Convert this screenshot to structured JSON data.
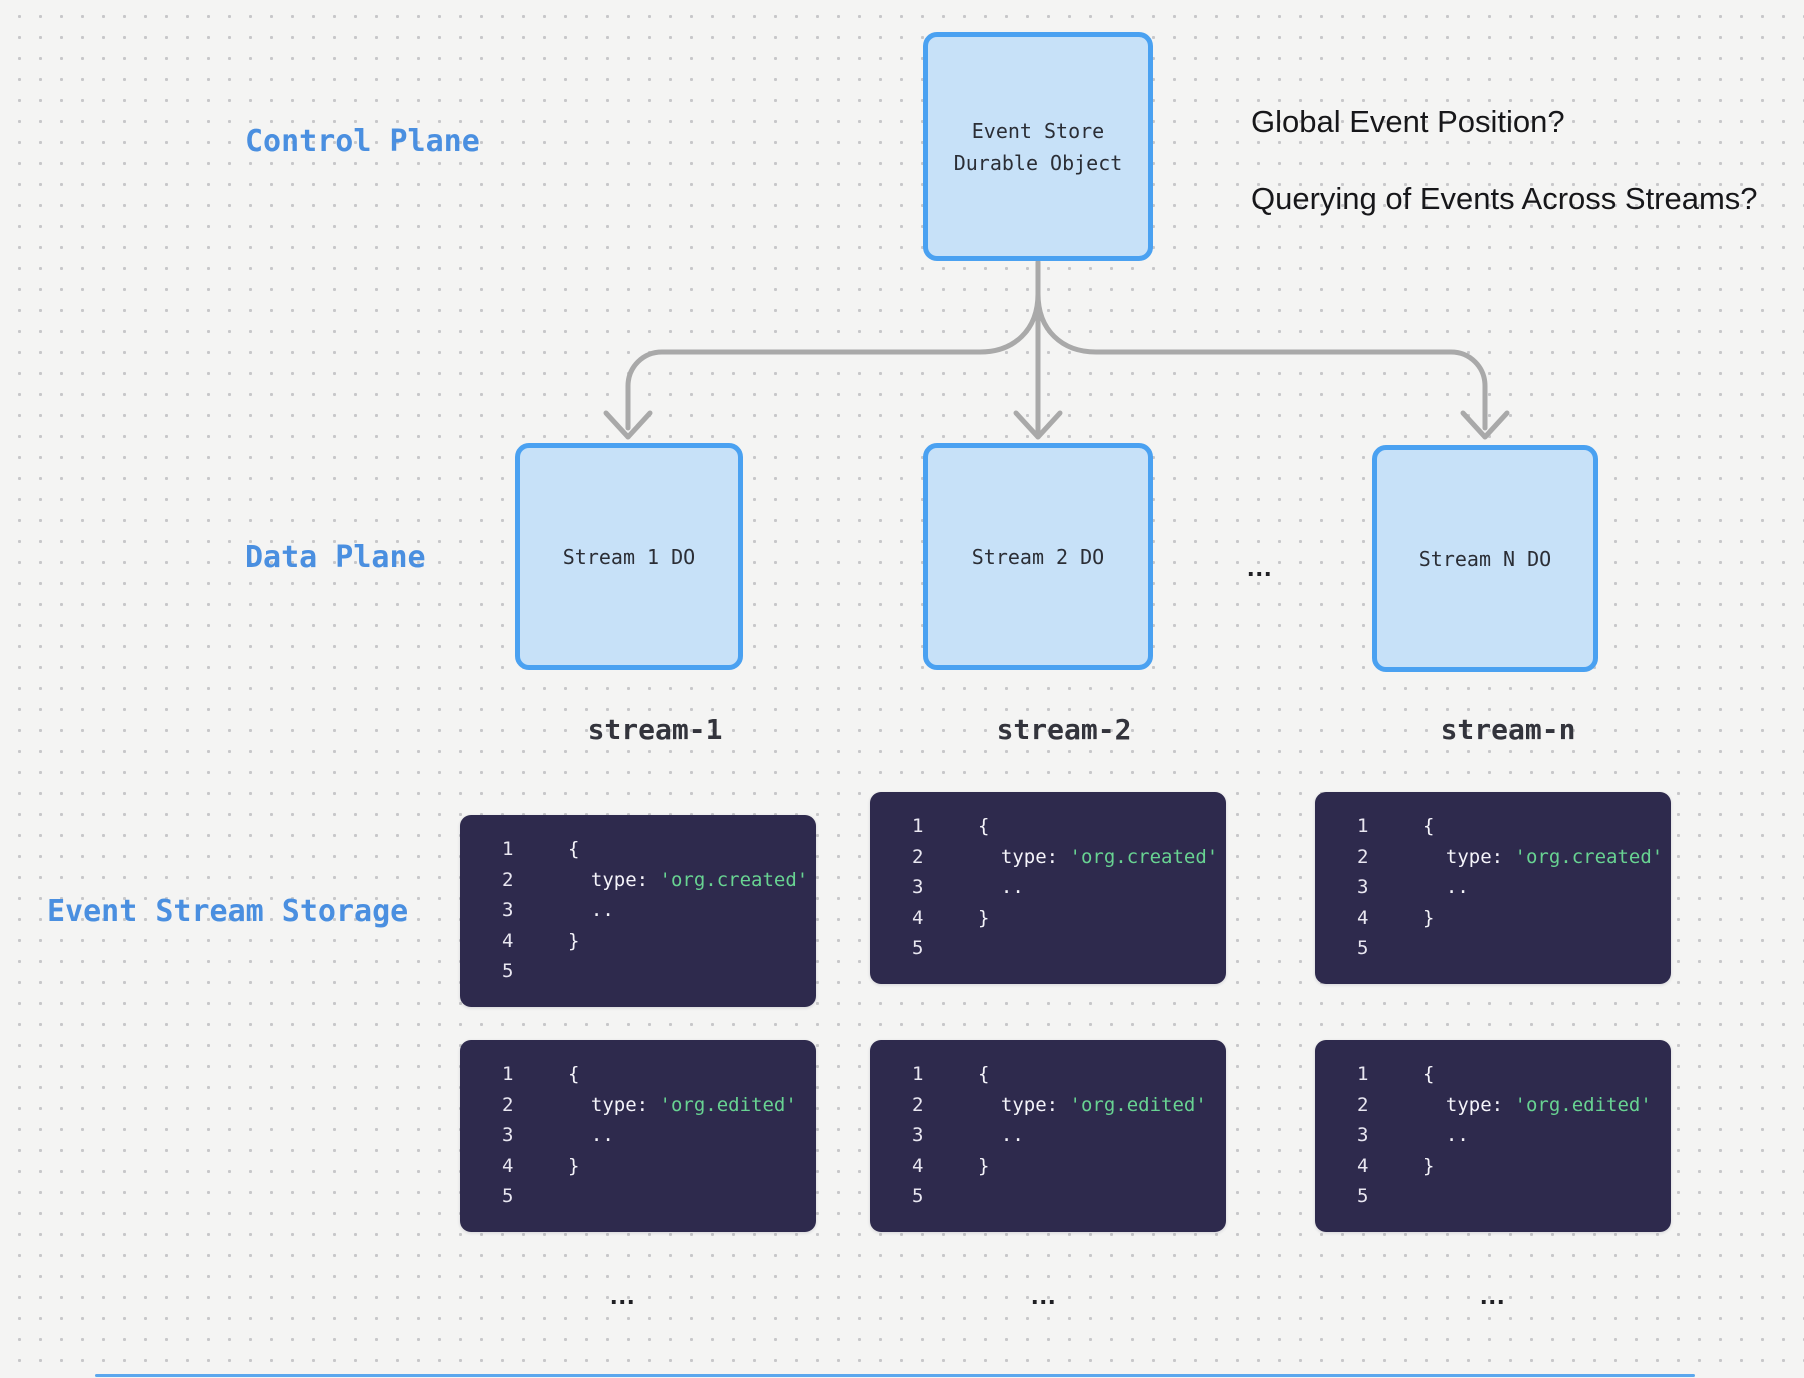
{
  "diagram": {
    "plane_labels": {
      "control": "Control Plane",
      "data": "Data Plane",
      "storage": "Event Stream Storage"
    },
    "annotations": {
      "question_1": "Global Event Position?",
      "question_2": "Querying of Events Across Streams?"
    },
    "event_store_node": {
      "line1": "Event Store",
      "line2": "Durable Object"
    },
    "stream_nodes": [
      {
        "label": "Stream 1 DO"
      },
      {
        "label": "Stream 2 DO"
      },
      {
        "label": "Stream N DO"
      }
    ],
    "stream_names": [
      "stream-1",
      "stream-2",
      "stream-n"
    ],
    "more_streams_ellipsis": "...",
    "more_events_ellipsis": [
      "...",
      "...",
      "..."
    ],
    "code_columns": [
      {
        "blocks": [
          {
            "nums": "1\n2\n3\n4\n5",
            "l1": "{",
            "l2_key": "  type:",
            "l2_str": "'org.created'",
            "l3": "..",
            "l4": "}"
          },
          {
            "nums": "1\n2\n3\n4\n5",
            "l1": "{",
            "l2_key": "  type:",
            "l2_str": "'org.edited'",
            "l3": "..",
            "l4": "}"
          }
        ]
      },
      {
        "blocks": [
          {
            "nums": "1\n2\n3\n4\n5",
            "l1": "{",
            "l2_key": "  type:",
            "l2_str": "'org.created'",
            "l3": "..",
            "l4": "}"
          },
          {
            "nums": "1\n2\n3\n4\n5",
            "l1": "{",
            "l2_key": "  type:",
            "l2_str": "'org.edited'",
            "l3": "..",
            "l4": "}"
          }
        ]
      },
      {
        "blocks": [
          {
            "nums": "1\n2\n3\n4\n5",
            "l1": "{",
            "l2_key": "  type:",
            "l2_str": "'org.created'",
            "l3": "..",
            "l4": "}"
          },
          {
            "nums": "1\n2\n3\n4\n5",
            "l1": "{",
            "l2_key": "  type:",
            "l2_str": "'org.edited'",
            "l3": "..",
            "l4": "}"
          }
        ]
      }
    ],
    "colors": {
      "node_border_blue": "#4aa1f1",
      "node_fill_blue": "#c7e1f8",
      "label_blue": "#4a8fe0",
      "code_background": "#2e2a4d",
      "code_string_green": "#68d392",
      "arrow_gray": "#a9a9a9",
      "canvas_background": "#f4f4f3"
    }
  }
}
